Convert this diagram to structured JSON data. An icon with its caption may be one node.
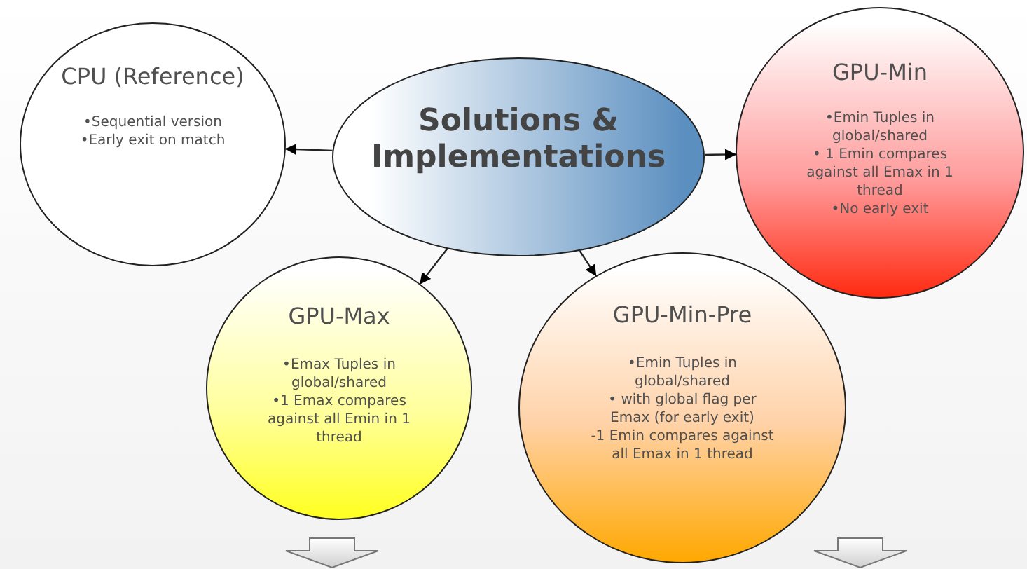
{
  "diagram": {
    "nodes": [
      {
        "text": [
          "Solutions & Implementations"
        ]
      },
      {
        "text": [
          "CPU (Reference)",
          "•Sequential version",
          "•Early exit on match"
        ]
      },
      {
        "text": [
          "GPU-Min",
          "•Emin Tuples in global/shared",
          "• 1 Emin compares against all Emax in 1 thread",
          "•No early exit"
        ]
      },
      {
        "text": [
          "GPU-Max",
          "•Emax Tuples in global/shared",
          "•1 Emax compares against all Emin in 1 thread"
        ]
      },
      {
        "text": [
          "GPU-Min-Pre",
          "•Emin Tuples in global/shared",
          "• with global flag per Emax (for early exit)",
          "-1 Emin compares against all Emax in 1 thread"
        ]
      }
    ],
    "edges": [
      {
        "from": 0,
        "to": 1,
        "arrow": "to"
      },
      {
        "from": 0,
        "to": 2,
        "arrow": "to"
      },
      {
        "from": 0,
        "to": 3,
        "arrow": "to"
      },
      {
        "from": 0,
        "to": 4,
        "arrow": "to"
      }
    ]
  }
}
